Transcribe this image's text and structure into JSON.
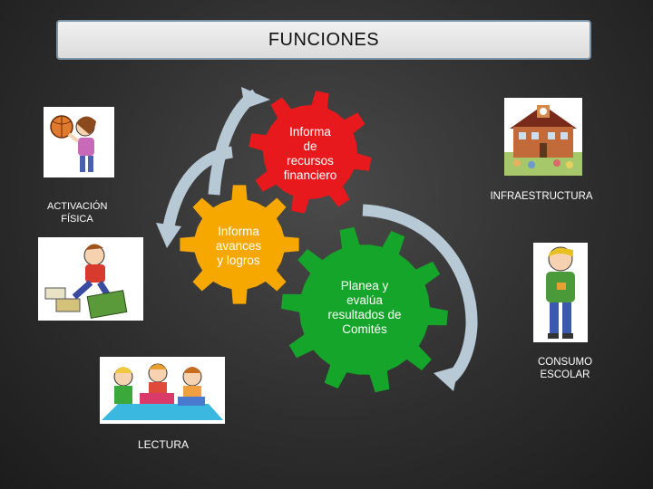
{
  "title": "FUNCIONES",
  "gears": [
    {
      "text": "Informa\nde\nrecursos\nfinanciero",
      "color": "#e8191c",
      "text_color": "#ffffff"
    },
    {
      "text": "Informa\navances\ny logros",
      "color": "#f7a800",
      "text_color": "#ffffff"
    },
    {
      "text": "Planea  y\nevalúa\nresultados de\nComités",
      "color": "#15a52a",
      "text_color": "#ffffff"
    }
  ],
  "labels": {
    "activacion": "ACTIVACIÓN\nFÍSICA",
    "infraestructura": "INFRAESTRUCTURA",
    "consumo": "CONSUMO\nESCOLAR",
    "lectura": "LECTURA"
  },
  "colors": {
    "arrow": "#b8c9d6",
    "frame": "#7a93a6"
  }
}
